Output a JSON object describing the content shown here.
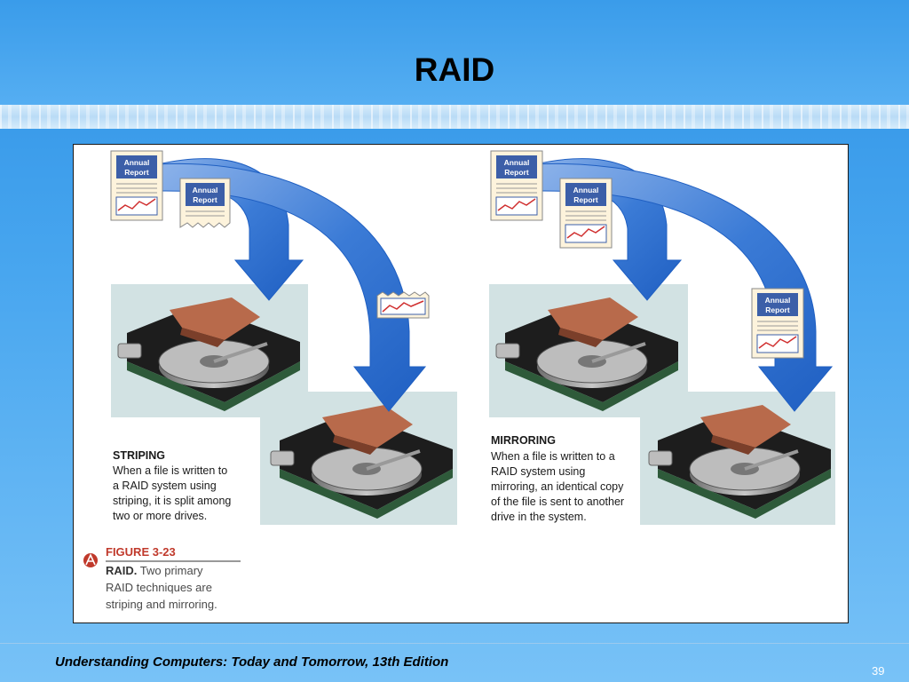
{
  "slide": {
    "title": "RAID",
    "footer": "Understanding Computers: Today and Tomorrow, 13th Edition",
    "page_number": "39"
  },
  "figure": {
    "doc_label_line1": "Annual",
    "doc_label_line2": "Report",
    "striping": {
      "title": "STRIPING",
      "lines": [
        "When a file is written to",
        "a RAID system using",
        "striping, it is split among",
        "two or more drives."
      ]
    },
    "mirroring": {
      "title": "MIRRORING",
      "lines": [
        "When a file is written to a",
        "RAID system using",
        "mirroring, an identical copy",
        "of the file is sent to another",
        "drive in the system."
      ]
    },
    "caption": {
      "label": "FIGURE 3-23",
      "bold": "RAID.",
      "rest_line1": " Two primary",
      "line2": "RAID techniques are",
      "line3": "striping and mirroring."
    }
  },
  "colors": {
    "arrow": "#2f6fd0",
    "arrow_light": "#7fa9e6",
    "photo_bg": "#d2e2e3",
    "doc_header": "#3c5fa8",
    "doc_paper": "#fdf3dc",
    "caption_red": "#c0392b"
  }
}
